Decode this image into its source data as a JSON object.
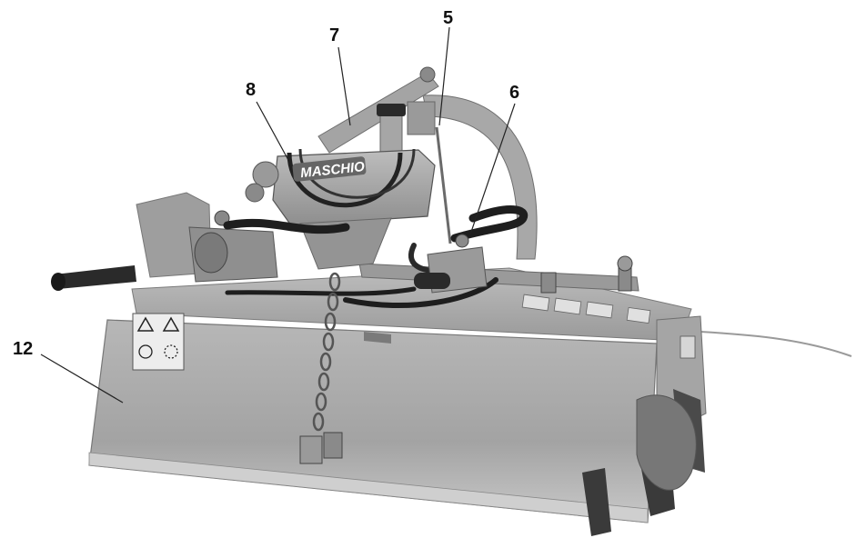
{
  "figure": {
    "callouts": [
      {
        "id": "7",
        "label": "7"
      },
      {
        "id": "5",
        "label": "5"
      },
      {
        "id": "8",
        "label": "8"
      },
      {
        "id": "6",
        "label": "6"
      },
      {
        "id": "12",
        "label": "12"
      }
    ],
    "logo_text": "MASCHIO"
  },
  "colors": {
    "body": "#a9a9a9",
    "body_light": "#c4c4c4",
    "body_dark": "#7a7a7a",
    "hose": "#1e1e1e",
    "metal": "#8c8c8c"
  }
}
